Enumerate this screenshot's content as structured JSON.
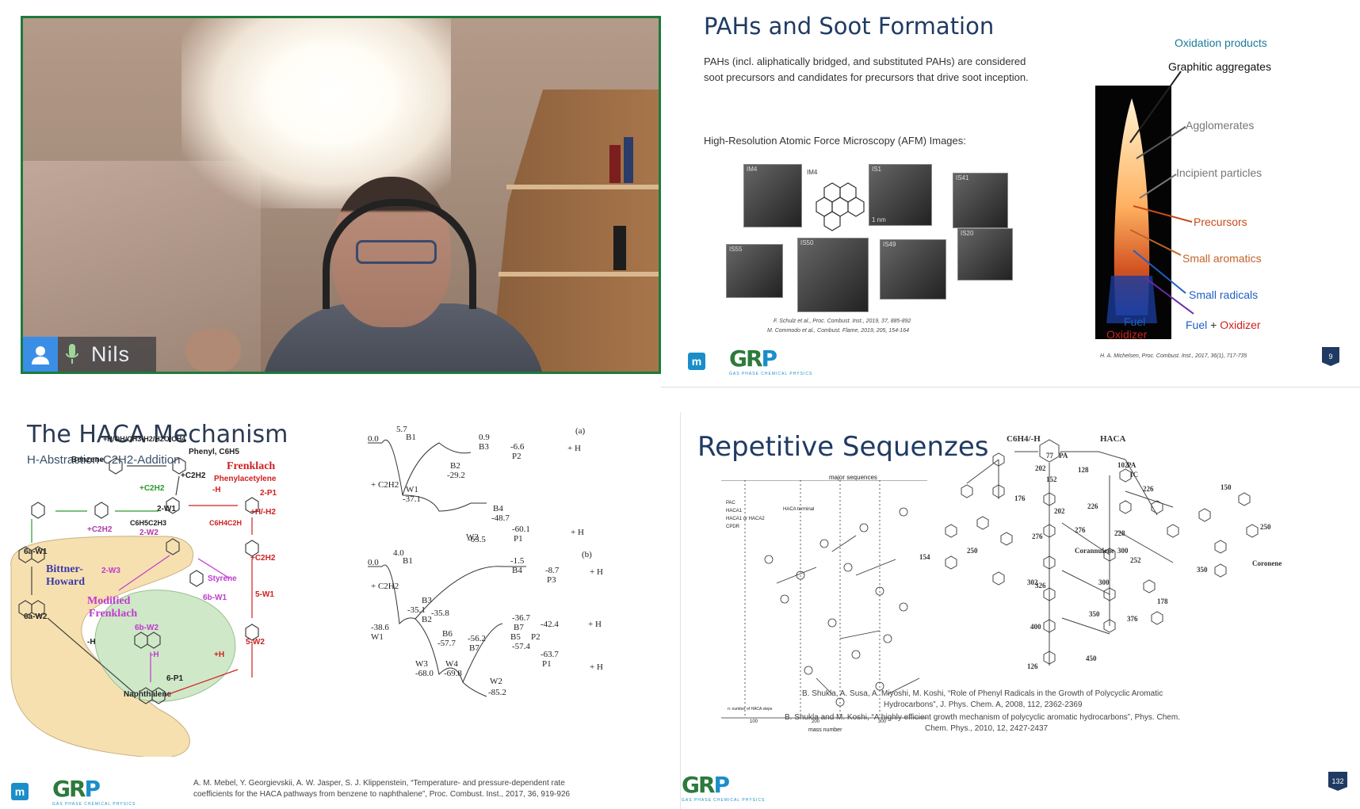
{
  "video": {
    "participant_name": "Nils",
    "icons": [
      "user-icon",
      "microphone-icon"
    ]
  },
  "slide1": {
    "title": "PAHs and Soot Formation",
    "intro": "PAHs (incl. aliphatically bridged, and substituted PAHs) are considered soot precursors and candidates for precursors that drive soot inception.",
    "afm_heading": "High-Resolution Atomic Force Microscopy (AFM) Images:",
    "afm_tags": [
      "IM4",
      "IM4",
      "IS1",
      "IS41",
      "IS55",
      "IS50",
      "IS49",
      "IS20"
    ],
    "scale_label": "1 nm",
    "refs": [
      "F. Schulz et al., Proc. Combust. Inst., 2019, 37, 885-892",
      "M. Commodo et al., Combust. Flame, 2019, 205, 154-164"
    ],
    "flame_labels": {
      "oxidation": "Oxidation products",
      "graphitic": "Graphitic aggregates",
      "agglomerates": "Agglomerates",
      "incipient": "Incipient particles",
      "precursors": "Precursors",
      "small_aromatics": "Small aromatics",
      "small_radicals": "Small radicals",
      "fuel": "Fuel",
      "oxidizer": "Oxidizer",
      "fuel2": "Fuel",
      "plus": "+",
      "oxidizer2": "Oxidizer"
    },
    "flame_ref": "H. A. Michelsen, Proc. Combust. Inst., 2017, 36(1), 717-735",
    "page": "9"
  },
  "slide2": {
    "title": "The HACA Mechanism",
    "subtitle": "H-Abstraction-C2H2-Addition",
    "labels": {
      "top": "+H/OH/CH3-H2/H2O/CH4",
      "benzene": "Benzene",
      "phenyl": "Phenyl, C6H5",
      "frenklach": "Frenklach",
      "phenylacetylene": "Phenylacetylene",
      "c2h2_a": "+C2H2",
      "c2h2_b": "+C2H2",
      "minus_h": "-H",
      "w1": "2-W1",
      "p1": "2-P1",
      "hh2": "+H/-H2",
      "c2h2_c": "+C2H2",
      "w2": "2-W2",
      "c6h5c2h3": "C6H5C2H3",
      "c6h4c2h": "C6H4C2H",
      "c2h2_d": "+C2H2",
      "w1_5": "5-W1",
      "w2_5": "5-W2",
      "a6w1": "6a-W1",
      "a6w2": "6a-W2",
      "bittner": "Bittner-",
      "howard": "Howard",
      "modified": "Modified",
      "frenklach2": "Frenklach",
      "w3": "2-W3",
      "styrene": "Styrene",
      "b6w1": "6b-W1",
      "b6w2": "6b-W2",
      "p6": "6-P1",
      "naphthalene": "Naphthalene",
      "minus_h2": "-H",
      "minus_h3": "-H",
      "plus_h": "+H"
    },
    "pes_a": [
      "0.0",
      "5.7",
      "B1",
      "0.9",
      "B3",
      "-6.6",
      "P2",
      "+ H",
      "(a)",
      "B2",
      "-29.2",
      "W1",
      "-37.1",
      "B4",
      "-48.7",
      "-60.1",
      "P1",
      "+ H",
      "W2",
      "-63.5",
      "+ C2H2"
    ],
    "pes_b": [
      "0.0",
      "4.0",
      "B1",
      "-1.5",
      "B4",
      "-8.7",
      "P3",
      "+ H",
      "(b)",
      "B3",
      "-35.1",
      "-35.8",
      "B2",
      "-38.6",
      "W1",
      "B6",
      "-57.7",
      "W3",
      "-68.0",
      "W4",
      "-69.8",
      "-56.2",
      "B7",
      "-36.7",
      "B7",
      "B5",
      "P2",
      "-57.4",
      "-42.4",
      "+ H",
      "-63.7",
      "P1",
      "+ H",
      "W2",
      "-85.2",
      "+ C2H2"
    ],
    "ref_line1": "A. M. Mebel, Y. Georgievskii, A. W. Jasper, S. J. Klippenstein, “Temperature- and pressure-dependent rate",
    "ref_line2": "coefficients for the HACA pathways from benzene to naphthalene”, Proc. Combust. Inst., 2017, 36, 919-926"
  },
  "slide3": {
    "title": "Repetitive Sequenzes",
    "left_header": "major sequences",
    "legend": [
      "PAC",
      "HACA1",
      "HACA1 or HACA2",
      "CPDR"
    ],
    "legend_extra": "HACA terminal",
    "x_axis": "mass number",
    "x_ticks": [
      "100",
      "200",
      "300"
    ],
    "bottom_note": "n: number of HACA steps",
    "right_top_left": "C6H4/-H",
    "right_top_right": "HACA",
    "right_labels": [
      "77",
      "PA",
      "102",
      "PA",
      "IC",
      "128",
      "152",
      "176",
      "202",
      "226",
      "250",
      "276",
      "300",
      "Corannulene",
      "350",
      "154",
      "178",
      "202",
      "226",
      "228",
      "252",
      "276",
      "300",
      "302",
      "326",
      "350",
      "376",
      "400",
      "450",
      "126",
      "150",
      "250",
      "Coronene"
    ],
    "ref1": "B. Shukla, A. Susa, A. Miyoshi, M. Koshi, “Role of Phenyl Radicals in the Growth of Polycyclic Aromatic",
    "ref1b": "Hydrocarbons”, J. Phys. Chem. A, 2008, 112, 2362-2369",
    "ref2": "B. Shukla and M. Koshi, “A highly efficient growth mechanism of polycyclic aromatic hydrocarbons”, Phys. Chem.",
    "ref2b": "Chem. Phys., 2010, 12, 2427-2437",
    "page": "132"
  },
  "logo": {
    "text_a": "GR",
    "text_b": "P",
    "sub": "GAS PHASE CHEMICAL PHYSICS",
    "badge": "m"
  }
}
